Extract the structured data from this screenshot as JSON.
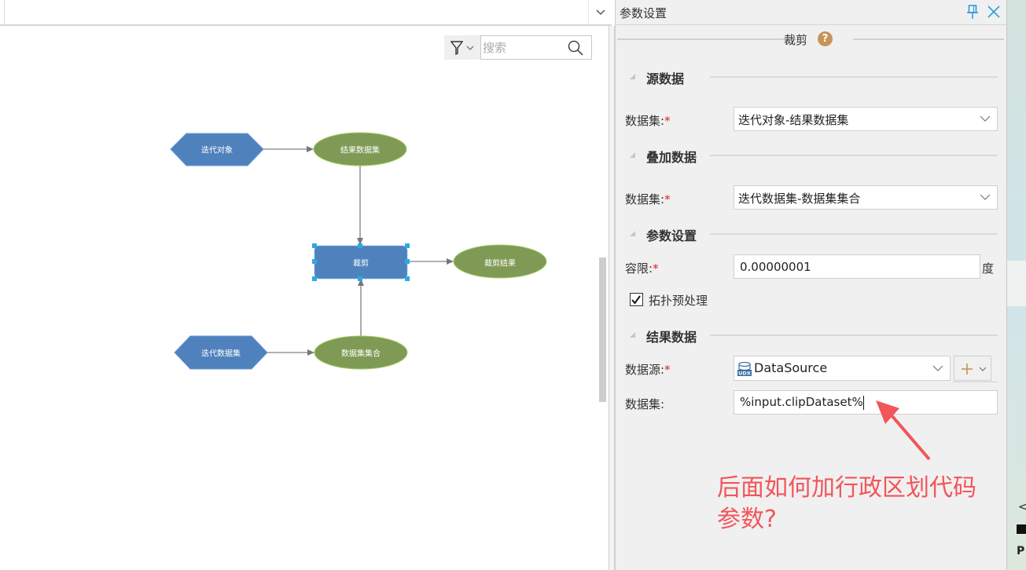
{
  "canvas": {
    "search_placeholder": "搜索",
    "nodes": [
      {
        "id": "iter-object",
        "label": "迭代对象",
        "shape": "hexagon",
        "color": "#4f81bd"
      },
      {
        "id": "result-dataset",
        "label": "结果数据集",
        "shape": "ellipse",
        "color": "#7f9a55"
      },
      {
        "id": "clip",
        "label": "裁剪",
        "shape": "rect",
        "color": "#4f81bd",
        "selected": true
      },
      {
        "id": "clip-result",
        "label": "裁剪结果",
        "shape": "ellipse",
        "color": "#7f9a55"
      },
      {
        "id": "iter-dataset",
        "label": "迭代数据集",
        "shape": "hexagon",
        "color": "#4f81bd"
      },
      {
        "id": "dataset-collection",
        "label": "数据集集合",
        "shape": "ellipse",
        "color": "#7f9a55"
      }
    ],
    "edges": [
      {
        "from": "iter-object",
        "to": "result-dataset"
      },
      {
        "from": "result-dataset",
        "to": "clip"
      },
      {
        "from": "clip",
        "to": "clip-result"
      },
      {
        "from": "iter-dataset",
        "to": "dataset-collection"
      },
      {
        "from": "dataset-collection",
        "to": "clip"
      }
    ]
  },
  "panel": {
    "title": "参数设置",
    "tool_name": "裁剪",
    "help_glyph": "?",
    "sections": {
      "source": {
        "title": "源数据",
        "dataset_label": "数据集:",
        "dataset_value": "迭代对象-结果数据集"
      },
      "overlay": {
        "title": "叠加数据",
        "dataset_label": "数据集:",
        "dataset_value": "迭代数据集-数据集集合"
      },
      "params": {
        "title": "参数设置",
        "tolerance_label": "容限:",
        "tolerance_value": "0.00000001",
        "tolerance_unit": "度",
        "topology_label": "拓扑预处理",
        "topology_checked": true
      },
      "result": {
        "title": "结果数据",
        "datasource_label": "数据源:",
        "datasource_value": "DataSource",
        "dataset_label": "数据集:",
        "dataset_value": "%input.clipDataset%"
      }
    },
    "required_mark": "*"
  },
  "annotation": {
    "text_line1": "后面如何加行政区划代码",
    "text_line2": "参数?",
    "color": "#f2555a"
  },
  "desktop": {
    "chevron": "<",
    "letter": "P"
  }
}
